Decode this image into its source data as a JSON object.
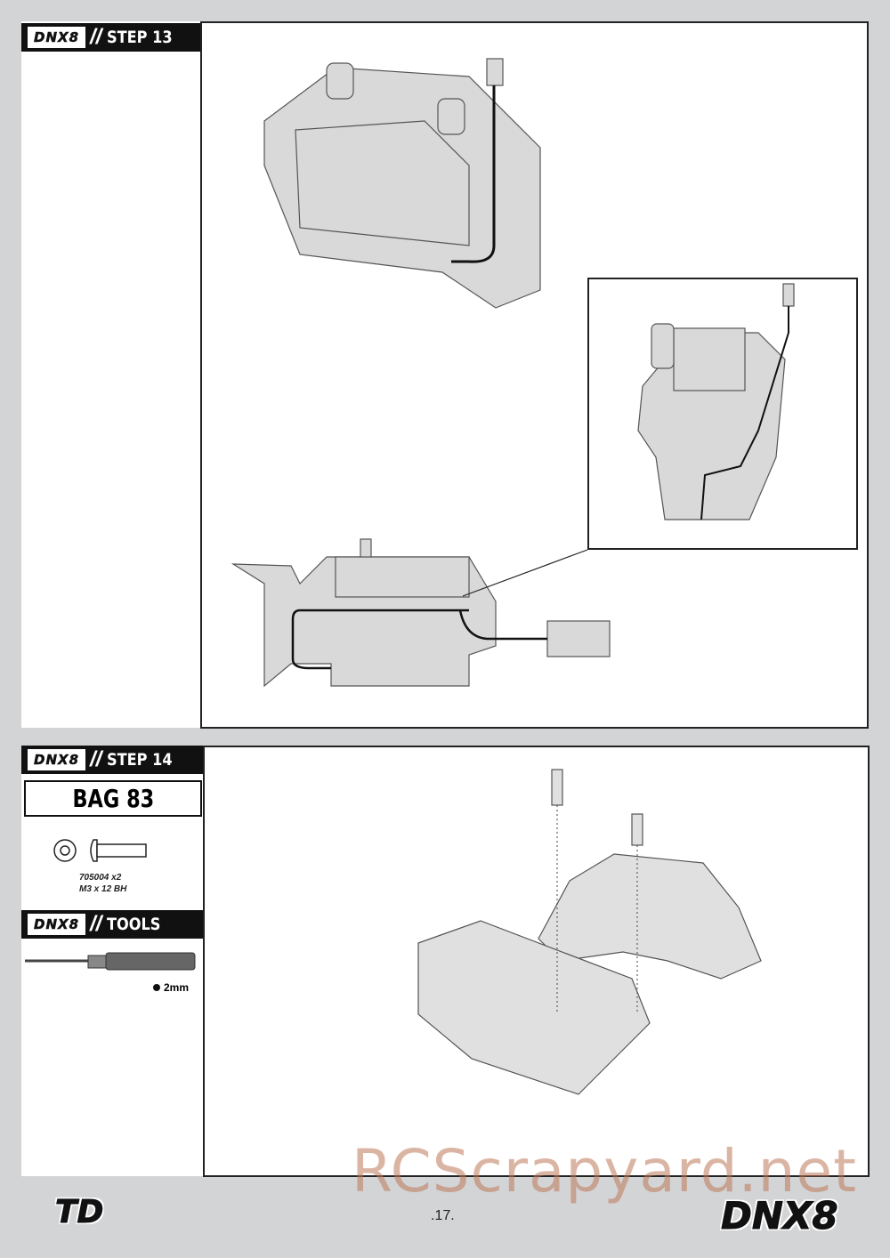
{
  "brand": "DNX8",
  "step13": {
    "title": "STEP 13"
  },
  "step14": {
    "title": "STEP 14",
    "bag": "BAG 83",
    "part": {
      "number": "705004 x2",
      "description": "M3 x 12 BH"
    },
    "tools_title": "TOOLS",
    "tool_size": "2mm"
  },
  "footer": {
    "page": ".17.",
    "left_logo": "TD",
    "right_logo": "DNX8"
  },
  "watermark": "RCScrapyard.net"
}
